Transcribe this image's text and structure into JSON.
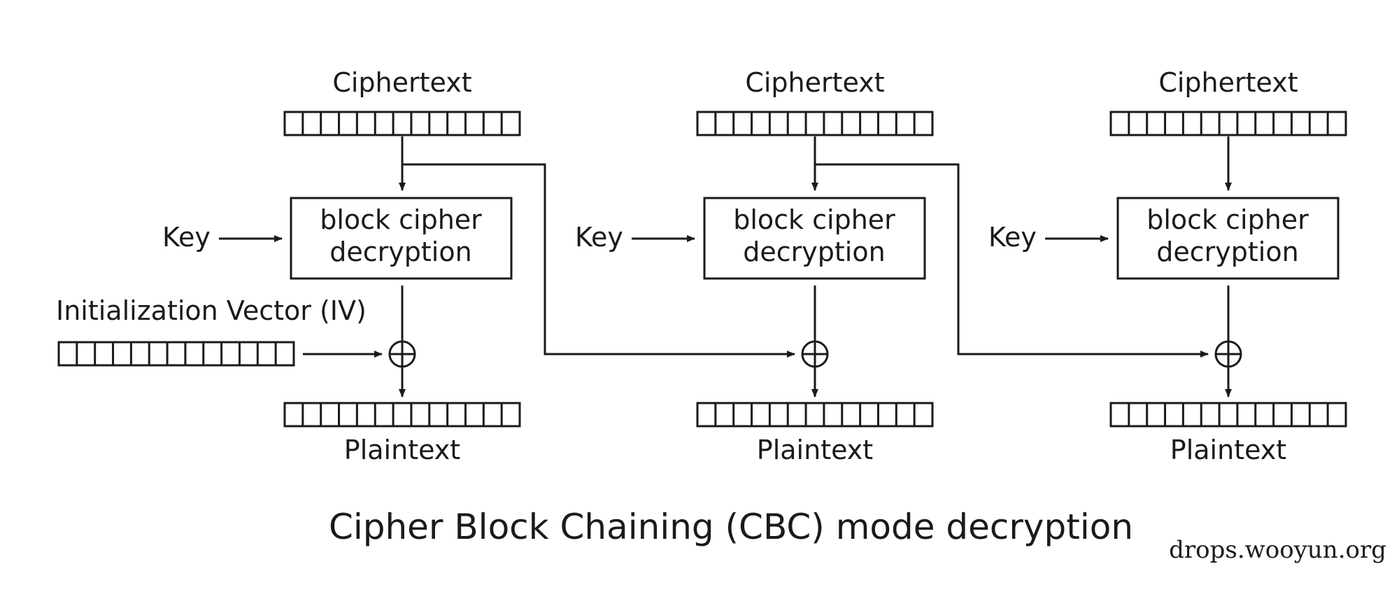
{
  "diagram": {
    "blocks": [
      {
        "ciphertext_label": "Ciphertext",
        "cipher_line1": "block cipher",
        "cipher_line2": "decryption",
        "key_label": "Key",
        "plaintext_label": "Plaintext"
      },
      {
        "ciphertext_label": "Ciphertext",
        "cipher_line1": "block cipher",
        "cipher_line2": "decryption",
        "key_label": "Key",
        "plaintext_label": "Plaintext"
      },
      {
        "ciphertext_label": "Ciphertext",
        "cipher_line1": "block cipher",
        "cipher_line2": "decryption",
        "key_label": "Key",
        "plaintext_label": "Plaintext"
      }
    ],
    "iv_label": "Initialization Vector (IV)",
    "caption": "Cipher Block Chaining (CBC) mode decryption",
    "watermark": "drops.wooyun.org",
    "cells_per_register": 13,
    "colors": {
      "ink": "#1a1a1a",
      "background": "#ffffff"
    }
  }
}
